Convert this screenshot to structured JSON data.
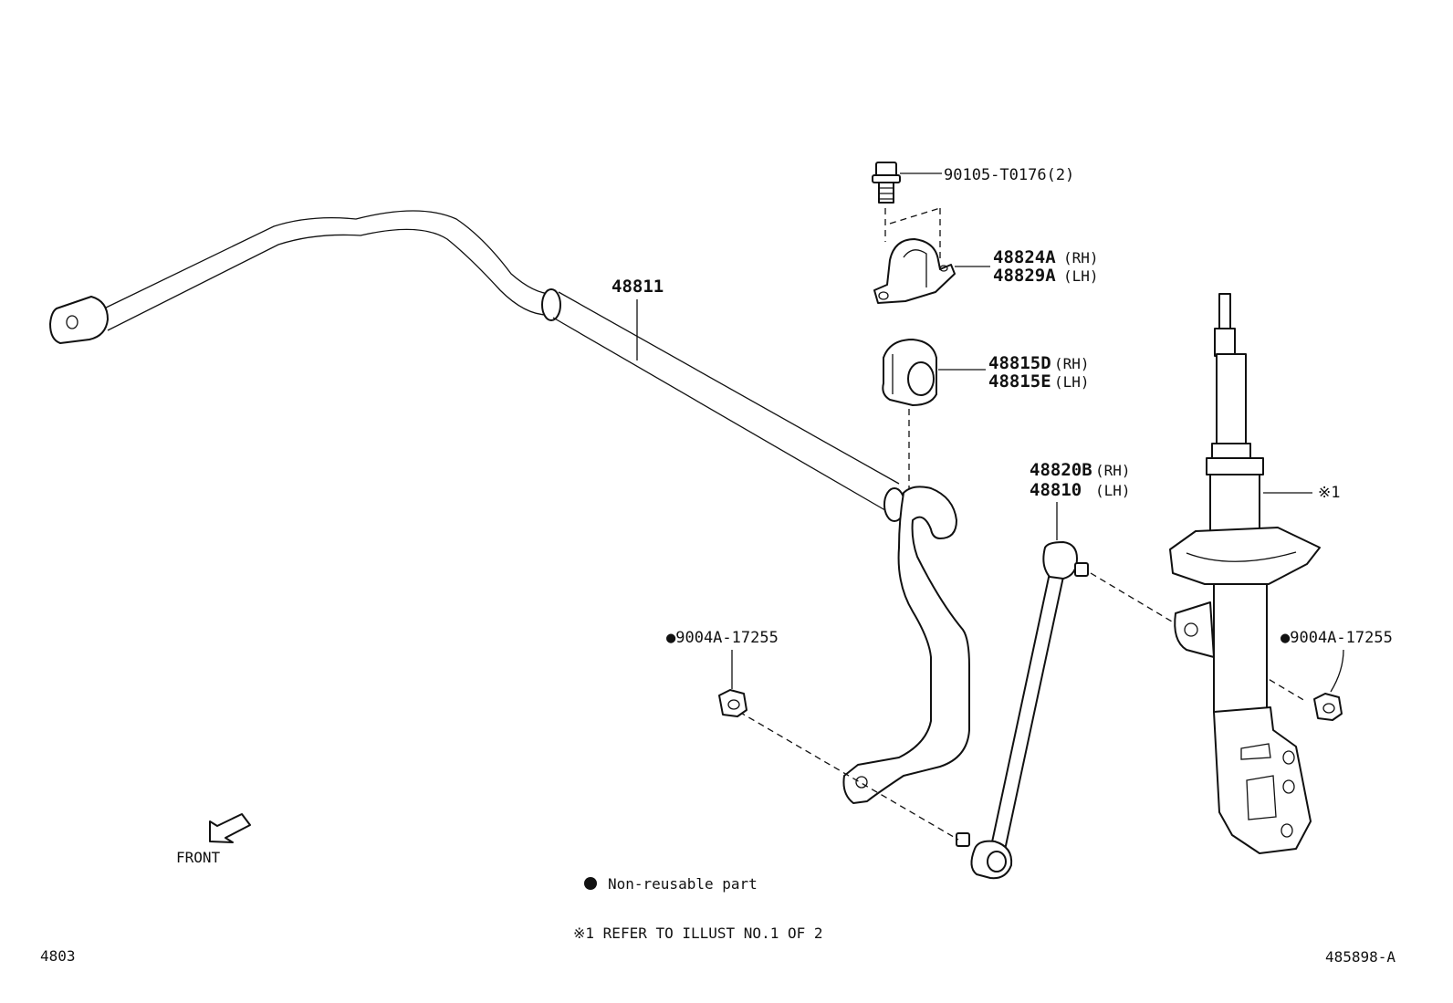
{
  "parts": {
    "bolt": "90105-T0176(2)",
    "bracket_rh": "48824A",
    "bracket_rh_side": "(RH)",
    "bracket_lh": "48829A",
    "bracket_lh_side": "(LH)",
    "stabilizer_bar": "48811",
    "bushing_rh": "48815D",
    "bushing_rh_side": "(RH)",
    "bushing_lh": "48815E",
    "bushing_lh_side": "(LH)",
    "link_rh": "48820B",
    "link_rh_side": "(RH)",
    "link_lh": "48810",
    "link_lh_side": "(LH)",
    "strut_ref": "※1",
    "nut_left": "●9004A-17255",
    "nut_right": "●9004A-17255"
  },
  "legend": {
    "front": "FRONT",
    "non_reusable": "Non-reusable part",
    "refer_note": "※1 REFER TO ILLUST NO.1 OF 2"
  },
  "footer": {
    "left_code": "4803",
    "right_code": "485898-A"
  }
}
